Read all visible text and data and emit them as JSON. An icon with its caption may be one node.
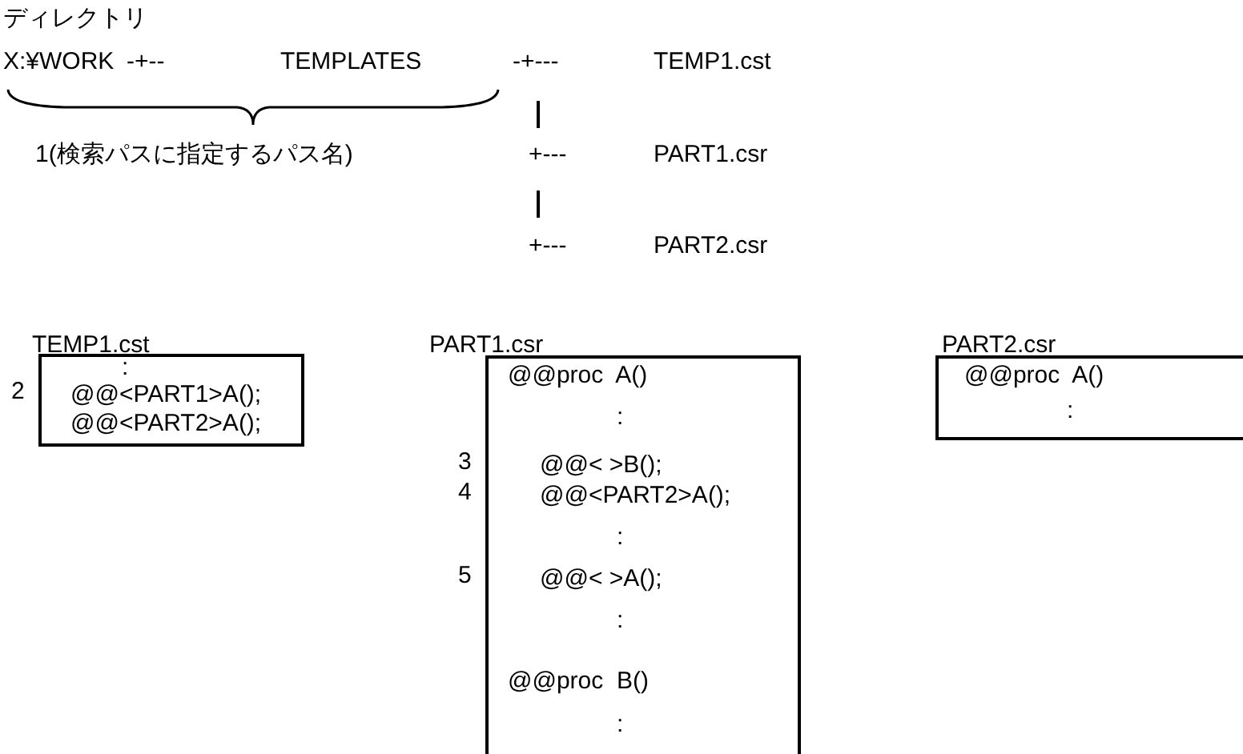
{
  "diagram": {
    "nodes": [
      {
        "text": [
          "TEMP1.cst",
          ":",
          "@@<PART1>A();",
          "@@<PART2>A();"
        ],
        "beside": [
          "2"
        ]
      },
      {
        "text": [
          "PART1.csr",
          "@@proc  A()",
          ":",
          "@@< >B();",
          "@@<PART2>A();",
          ":",
          "@@< >A();",
          ":",
          "@@proc  B()",
          ":"
        ],
        "beside": [
          "3",
          "4",
          "5"
        ]
      },
      {
        "text": [
          "PART2.csr",
          "@@proc  A()",
          ":"
        ]
      }
    ],
    "edges": [],
    "labels": [
      "ディレクトリ",
      "X:¥WORK",
      "-+--",
      "TEMPLATES",
      "-+---",
      "TEMP1.cst",
      "1(検索パスに指定するパス名)",
      "+---",
      "PART1.csr",
      "+---",
      "PART2.csr"
    ]
  }
}
